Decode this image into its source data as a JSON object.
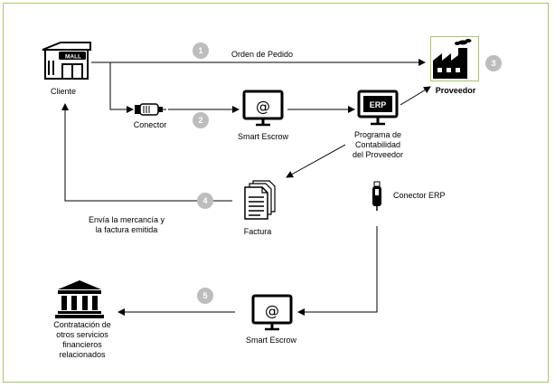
{
  "steps": [
    "1",
    "2",
    "3",
    "4",
    "5"
  ],
  "nodes": {
    "cliente": "Cliente",
    "proveedor": "Proveedor",
    "conector": "Conector",
    "smart_escrow_top": "Smart Escrow",
    "erp_badge": "ERP",
    "erp_line1": "Programa de",
    "erp_line2": "Contabilidad",
    "erp_line3": "del Proveedor",
    "factura": "Factura",
    "conector_erp": "Conector ERP",
    "smart_escrow_bottom": "Smart Escrow",
    "servicios_line1": "Contratación de",
    "servicios_line2": "otros servicios",
    "servicios_line3": "financieros",
    "servicios_line4": "relacionados",
    "mall_sign": "MALL"
  },
  "edges": {
    "orden": "Orden de Pedido",
    "envio_line1": "Envía la mercancía y",
    "envio_line2": "la factura emitida"
  },
  "colors": {
    "frame": "#a9c46a",
    "badge": "#bdbdbd",
    "line": "#000000"
  }
}
